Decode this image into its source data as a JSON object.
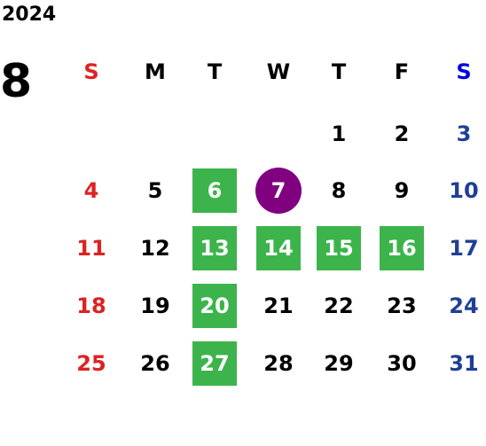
{
  "year": "2024",
  "month": "8",
  "weekdays": [
    "S",
    "M",
    "T",
    "W",
    "T",
    "F",
    "S"
  ],
  "colors": {
    "sunday": "#dd2222",
    "saturday": "#1f3f95",
    "saturday_header": "#0000dd",
    "weekday": "#000000",
    "green_highlight": "#3cb44b",
    "purple_highlight": "#800080",
    "highlight_text": "#ffffff"
  },
  "weeks": [
    [
      {
        "d": ""
      },
      {
        "d": ""
      },
      {
        "d": ""
      },
      {
        "d": ""
      },
      {
        "d": "1"
      },
      {
        "d": "2"
      },
      {
        "d": "3"
      }
    ],
    [
      {
        "d": "4"
      },
      {
        "d": "5"
      },
      {
        "d": "6",
        "hl": "green"
      },
      {
        "d": "7",
        "hl": "purple"
      },
      {
        "d": "8"
      },
      {
        "d": "9"
      },
      {
        "d": "10"
      }
    ],
    [
      {
        "d": "11"
      },
      {
        "d": "12"
      },
      {
        "d": "13",
        "hl": "green"
      },
      {
        "d": "14",
        "hl": "green"
      },
      {
        "d": "15",
        "hl": "green"
      },
      {
        "d": "16",
        "hl": "green"
      },
      {
        "d": "17"
      }
    ],
    [
      {
        "d": "18"
      },
      {
        "d": "19"
      },
      {
        "d": "20",
        "hl": "green"
      },
      {
        "d": "21"
      },
      {
        "d": "22"
      },
      {
        "d": "23"
      },
      {
        "d": "24"
      }
    ],
    [
      {
        "d": "25"
      },
      {
        "d": "26"
      },
      {
        "d": "27",
        "hl": "green"
      },
      {
        "d": "28"
      },
      {
        "d": "29"
      },
      {
        "d": "30"
      },
      {
        "d": "31"
      }
    ]
  ]
}
